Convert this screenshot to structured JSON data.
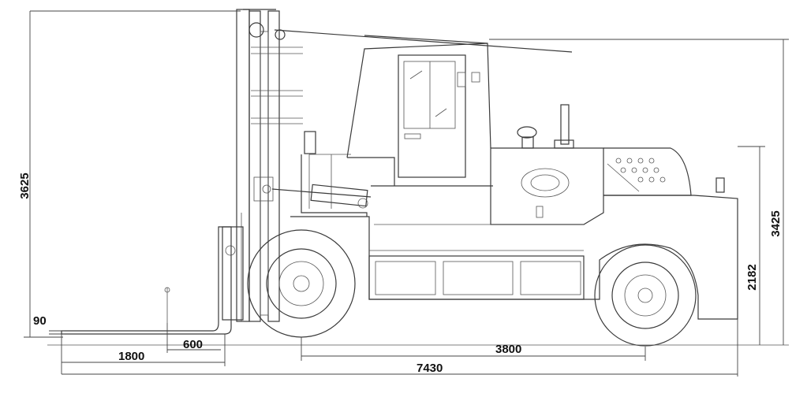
{
  "dimensions": {
    "overall_height": "3625",
    "cab_height": "3425",
    "body_height": "2182",
    "fork_thickness": "90",
    "load_center": "600",
    "fork_length": "1800",
    "wheelbase": "3800",
    "overall_length": "7430"
  },
  "colors": {
    "line": "#3a3a3a",
    "text": "#111111",
    "background": "#ffffff"
  }
}
